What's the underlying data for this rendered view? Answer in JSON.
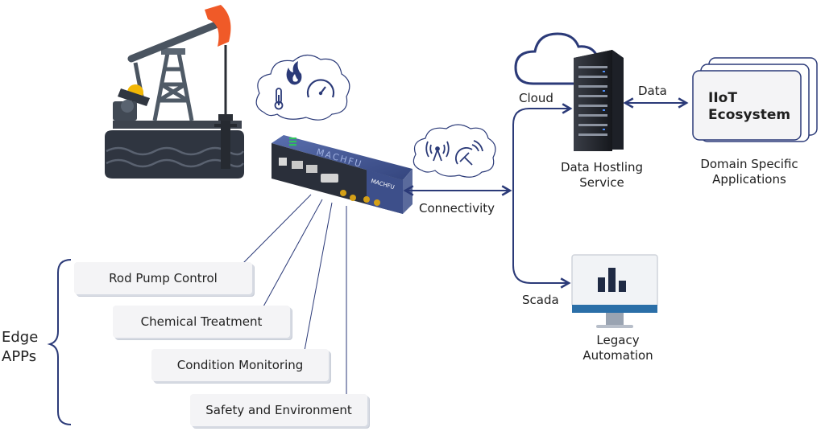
{
  "device": {
    "brand_text": "MACHFU"
  },
  "labels": {
    "cloud": "Cloud",
    "data": "Data",
    "connectivity": "Connectivity",
    "scada": "Scada",
    "data_hosting_line1": "Data Hostling",
    "data_hosting_line2": "Service",
    "iiot_line1": "IIoT",
    "iiot_line2": "Ecosystem",
    "domain_line1": "Domain Specific",
    "domain_line2": "Applications",
    "legacy_line1": "Legacy",
    "legacy_line2": "Automation",
    "edge_line1": "Edge",
    "edge_line2": "APPs"
  },
  "edge_apps": [
    "Rod Pump Control",
    "Chemical Treatment",
    "Condition Monitoring",
    "Safety and Environment"
  ],
  "colors": {
    "navy": "#2b3a78",
    "pump_orange": "#f05a28",
    "pump_dark": "#444a52",
    "ground": "#2f3540",
    "device_body": "#3d4f8a",
    "device_face": "#2a2f3a"
  }
}
